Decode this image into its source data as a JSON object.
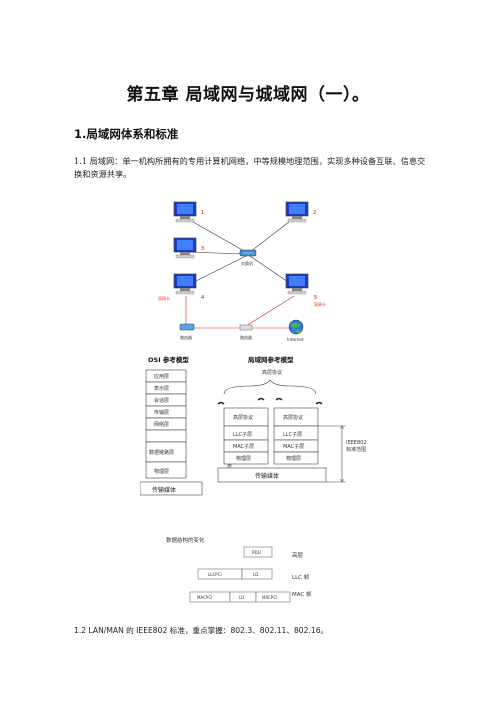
{
  "title": "第五章 局域网与城域网（一）。",
  "section_heading": "1.局域网体系和标准",
  "paragraph_1": "1.1 局域网：单一机构所拥有的专用计算机网络，中等规模地理范围，实现多种设备互联、信息交换和资源共享。",
  "network_diagram": {
    "hosts": [
      "1",
      "2",
      "3",
      "4",
      "5"
    ],
    "switch_label": "交换机",
    "dual_nic_labels": [
      "双网卡",
      "双网卡"
    ],
    "router_label": "路由器",
    "bridge_label": "路由器",
    "internet_label": "Internet"
  },
  "osi_diagram": {
    "left_title": "OSI 参考模型",
    "right_title": "局域网参考模型",
    "left_layers": [
      "应用层",
      "表示层",
      "会话层",
      "传输层",
      "网络层",
      "数据链路层",
      "物理层"
    ],
    "upper_protocols_label": "高层协议",
    "right_cols": {
      "col1": [
        "高层协议",
        "LLC子层",
        "MAC子层",
        "物理层"
      ],
      "col2": [
        "高层协议",
        "LLC子层",
        "MAC子层",
        "物理层"
      ]
    },
    "left_medium_label": "传输媒体",
    "right_medium_label": "传输媒体",
    "ieee_label_1": "IEEE802",
    "ieee_label_2": "标准范围",
    "stray_char": "层"
  },
  "pdu_diagram": {
    "title": "数据结构的变化",
    "pdu_label": "PDU",
    "llc_row": [
      "LLCPCI",
      "LD"
    ],
    "mac_row": [
      "MACPCI",
      "LD",
      "MACPCI"
    ],
    "side_labels": [
      "高层",
      "LLC 帧",
      "MAC 帧"
    ]
  },
  "paragraph_2": "1.2 LAN/MAN 的 IEEE802 标准，重点掌握：802.3、802.11、802.16。"
}
